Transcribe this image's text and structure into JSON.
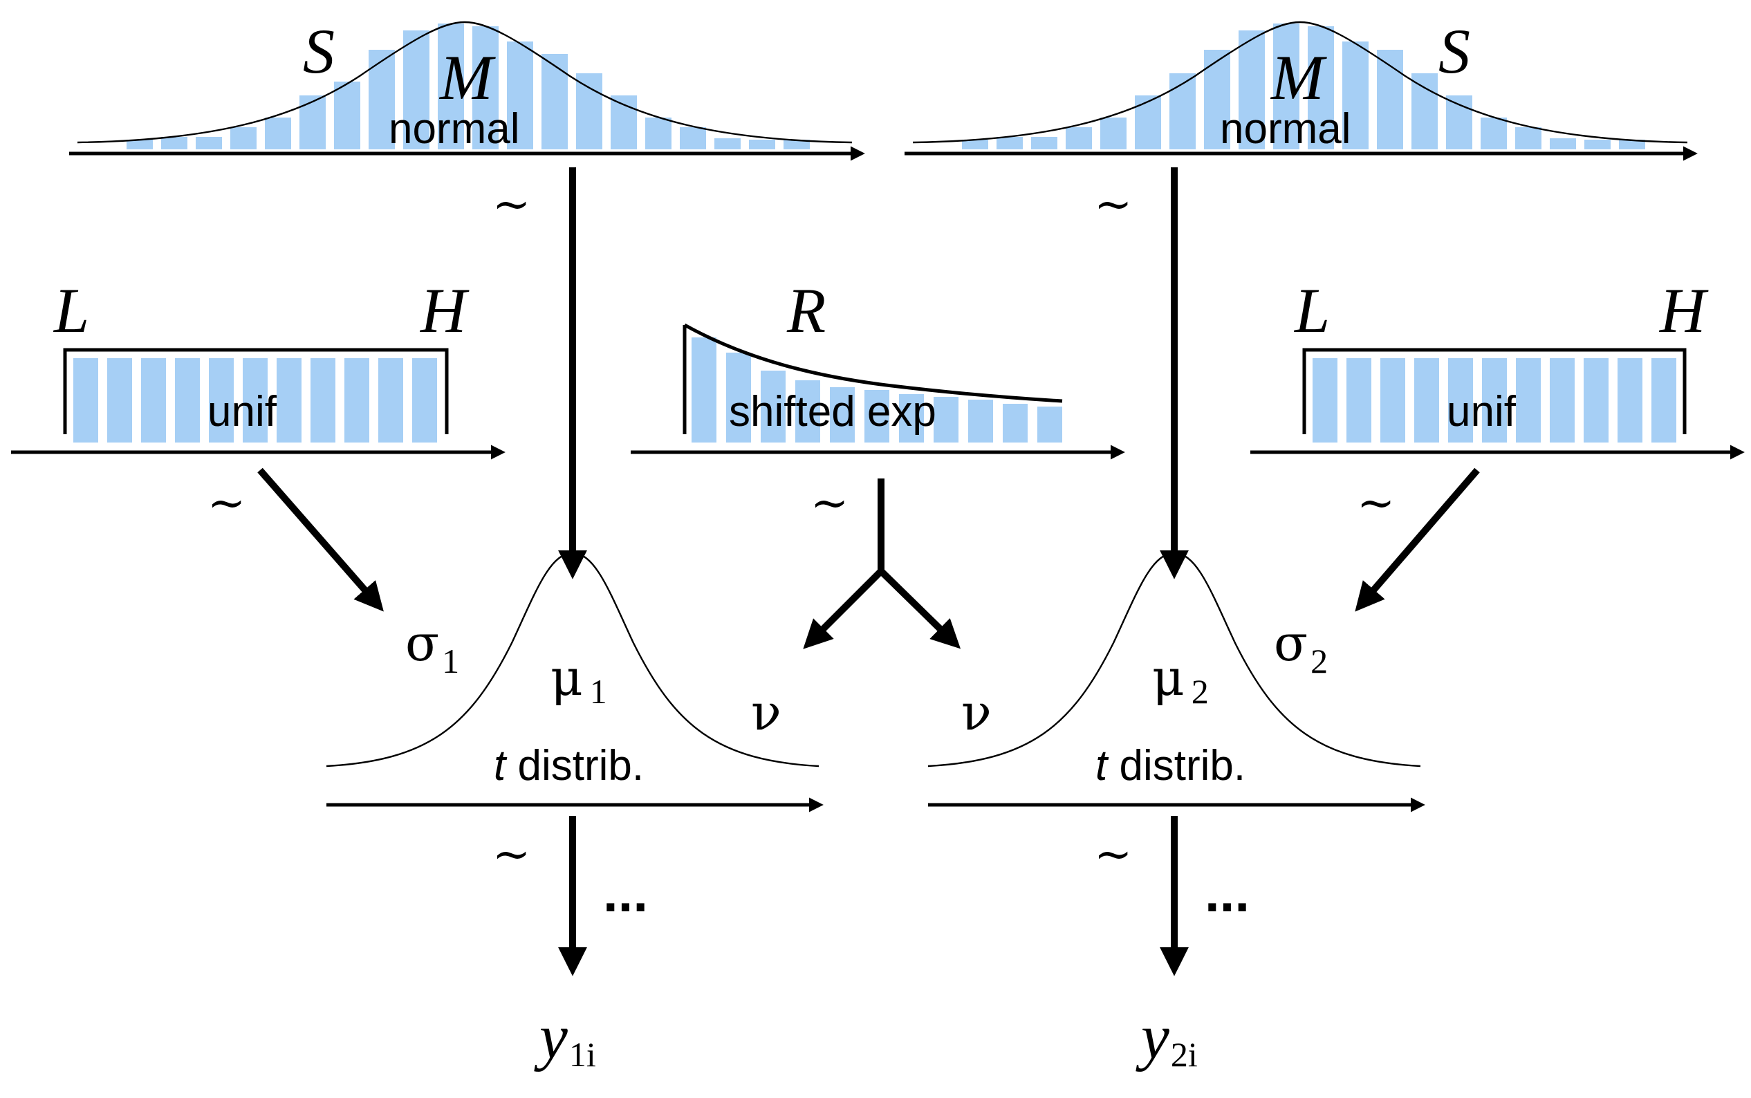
{
  "colors": {
    "bar_fill": "#a6cff5",
    "line": "#000000",
    "background": "#ffffff"
  },
  "top_left": {
    "S": "S",
    "M": "M",
    "dist": "normal"
  },
  "top_right": {
    "S": "S",
    "M": "M",
    "dist": "normal"
  },
  "unif_left": {
    "L": "L",
    "H": "H",
    "dist": "unif"
  },
  "unif_right": {
    "L": "L",
    "H": "H",
    "dist": "unif"
  },
  "shifted_exp": {
    "R": "R",
    "dist": "shifted exp"
  },
  "tilde": "~",
  "t_left": {
    "sigma": "σ",
    "sigma_sub": "1",
    "mu": "μ",
    "mu_sub": "1",
    "nu": "ν",
    "t": "t",
    "dist": " distrib."
  },
  "t_right": {
    "sigma": "σ",
    "sigma_sub": "2",
    "mu": "μ",
    "mu_sub": "2",
    "nu": "ν",
    "t": "t",
    "dist": " distrib."
  },
  "data_left": {
    "dots": "...",
    "y": "y",
    "y_sub": "1i"
  },
  "data_right": {
    "dots": "...",
    "y": "y",
    "y_sub": "2i"
  }
}
